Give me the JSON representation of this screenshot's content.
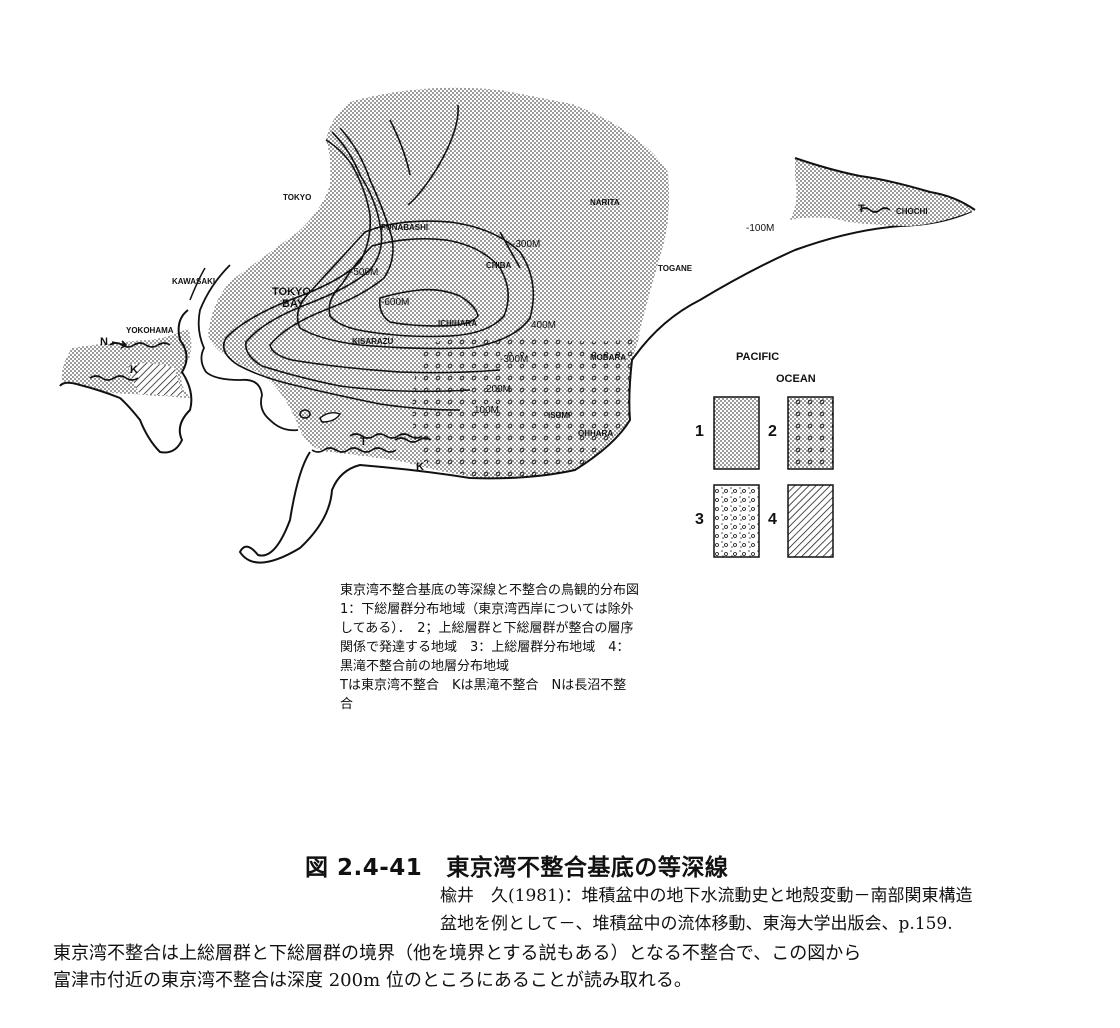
{
  "map": {
    "place_labels": {
      "tokyo": "TOKYO",
      "kawasaki": "KAWASAKI",
      "yokohama": "YOKOHAMA",
      "funabashi": "FUNABASHI",
      "narita": "NARITA",
      "chiba": "CHIBA",
      "togane": "TOGANE",
      "tokyo_bay_1": "TOKYO",
      "tokyo_bay_2": "BAY",
      "ichihara": "ICHIHARA",
      "kisarazu": "KISARAZU",
      "mobara": "MOBARA",
      "isumi": "ISUMI",
      "ohhara": "OHHARA",
      "choshi": "CHOCHI",
      "pacific_1": "PACIFIC",
      "pacific_2": "OCEAN"
    },
    "depth_labels": {
      "d300_north": "-300M",
      "d500": "-500M",
      "d600": "-600M",
      "d400": "400M",
      "d300_south": "-300M",
      "d200": "200M",
      "d100": "100M",
      "d100_choshi": "-100M"
    },
    "unconformity_letters": {
      "n": "N",
      "k_west": "K",
      "t": "T",
      "k_south": "K",
      "t_choshi": "T"
    },
    "legend_numbers": [
      "1",
      "2",
      "3",
      "4"
    ]
  },
  "caption": {
    "lines": [
      "東京湾不整合基底の等深線と不整合の鳥観的分布図",
      "1：下総層群分布地域（東京湾西岸については除外",
      "してある）．　2；上総層群と下総層群が整合の層序",
      "関係で発達する地域　3：上総層群分布地域　4：",
      "黒滝不整合前の地層分布地域",
      "Tは東京湾不整合　Kは黒滝不整合　Nは長沼不整",
      "合"
    ]
  },
  "figure": {
    "number": "図 2.4-41",
    "title": "東京湾不整合基底の等深線"
  },
  "citation": {
    "lines": [
      "楡井　久(1981)：堆積盆中の地下水流動史と地殻変動－南部関東構造",
      "盆地を例として－、堆積盆中の流体移動、東海大学出版会、p.159."
    ]
  },
  "body": {
    "lines": [
      "東京湾不整合は上総層群と下総層群の境界（他を境界とする説もある）となる不整合で、この図から",
      "富津市付近の東京湾不整合は深度 200m 位のところにあることが読み取れる。"
    ]
  }
}
